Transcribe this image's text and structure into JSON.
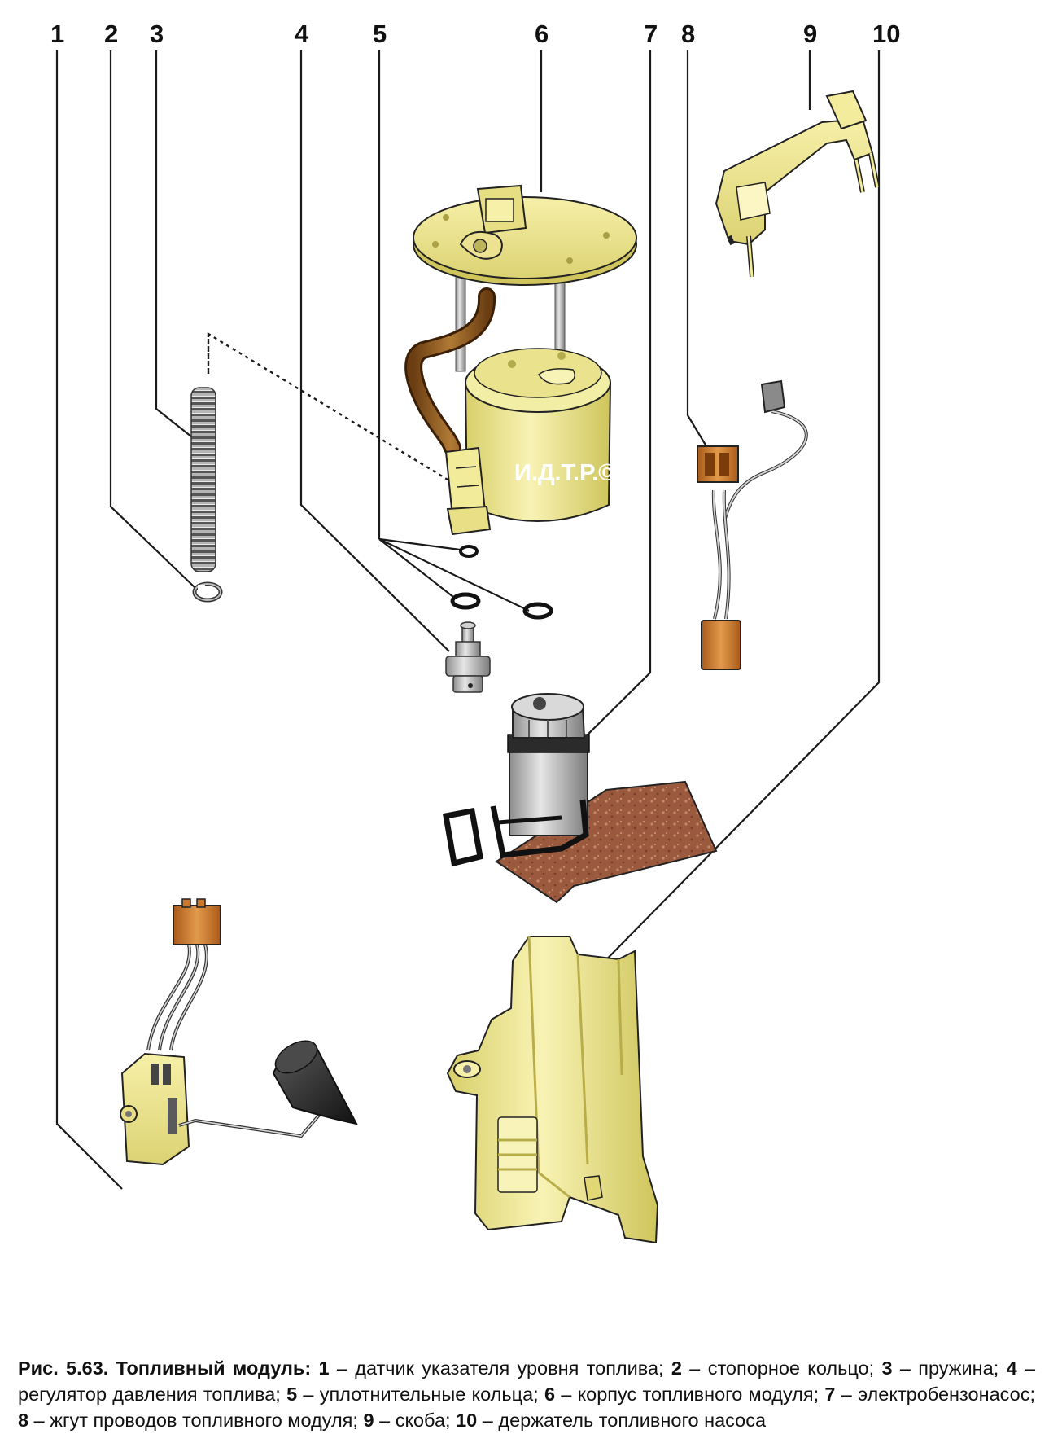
{
  "callouts": {
    "c1": "1",
    "c2": "2",
    "c3": "3",
    "c4": "4",
    "c5": "5",
    "c6": "6",
    "c7": "7",
    "c8": "8",
    "c9": "9",
    "c10": "10"
  },
  "watermark": "И.Д.Т.Р.©",
  "caption": {
    "title": "Рис. 5.63. Топливный модуль:",
    "items": [
      {
        "num": "1",
        "text": "датчик указателя уровня топлива;"
      },
      {
        "num": "2",
        "text": "стопорное кольцо;"
      },
      {
        "num": "3",
        "text": "пружина;"
      },
      {
        "num": "4",
        "text": "регулятор давления топлива;"
      },
      {
        "num": "5",
        "text": "уплотнительные кольца;"
      },
      {
        "num": "6",
        "text": "корпус топливного модуля;"
      },
      {
        "num": "7",
        "text": "электробензонасос;"
      },
      {
        "num": "8",
        "text": "жгут проводов топливного модуля;"
      },
      {
        "num": "9",
        "text": "скоба;"
      },
      {
        "num": "10",
        "text": "держатель топливного насоса"
      }
    ]
  },
  "colors": {
    "part_yellow": "#f2ec9a",
    "part_yellow_dark": "#d8cf6a",
    "hose_brown": "#8a5a22",
    "connector_orange": "#c9782a",
    "pump_gray": "#b9b9b9",
    "filter_brown": "#9b5a3e",
    "line": "#1a1a1a"
  }
}
